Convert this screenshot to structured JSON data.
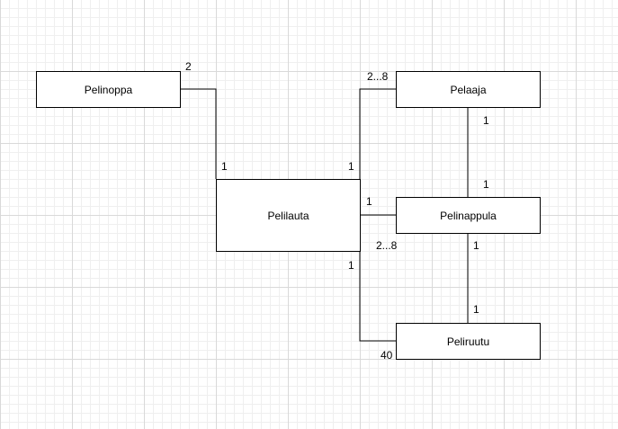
{
  "diagram": {
    "entities": {
      "pelinoppa": "Pelinoppa",
      "pelaaja": "Pelaaja",
      "pelilauta": "Pelilauta",
      "pelinappula": "Pelinappula",
      "peliruutu": "Peliruutu"
    },
    "multiplicities": {
      "pelinoppa_side": "2",
      "pelilauta_noppa_side": "1",
      "pelilauta_pelaaja_side": "1",
      "pelaaja_side": "2...8",
      "pelaaja_nappula_side": "1",
      "pelinappula_pelaaja_side": "1",
      "pelilauta_nappula_side": "1",
      "pelinappula_lauta_side": "2...8",
      "pelinappula_ruutu_side": "1",
      "peliruutu_nappula_side": "1",
      "pelilauta_ruutu_side": "1",
      "peliruutu_side": "40"
    },
    "colors": {
      "line": "#000000",
      "box_fill": "#ffffff",
      "grid": "#d9d9d9"
    }
  }
}
